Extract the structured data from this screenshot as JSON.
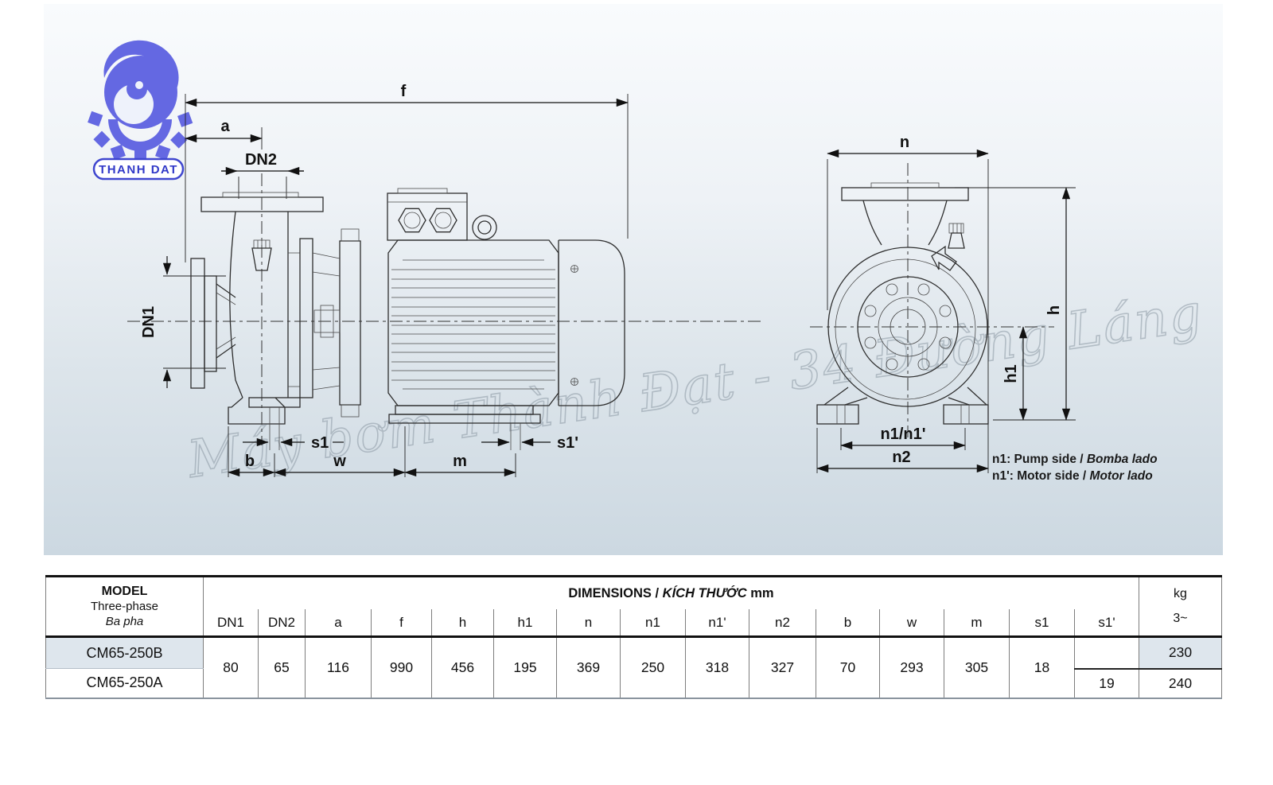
{
  "logo": {
    "brand": "THANH DAT"
  },
  "watermark": {
    "text": "Máy bơm Thành Đạt - 34 Đường Láng"
  },
  "drawing": {
    "dim_labels": {
      "f": "f",
      "a": "a",
      "dn2": "DN2",
      "dn1": "DN1",
      "s1": "s1",
      "b": "b",
      "w": "w",
      "m": "m",
      "s1_prime": "s1'",
      "n": "n",
      "h": "h",
      "h1": "h1",
      "n1_n1p": "n1/n1'",
      "n2": "n2"
    },
    "notes": [
      {
        "label": "n1: Pump side / ",
        "italic": "Bomba lado"
      },
      {
        "label": "n1': Motor side / ",
        "italic": "Motor lado"
      }
    ]
  },
  "table": {
    "model_header": {
      "line1": "MODEL",
      "line2": "Three-phase",
      "line3": "Ba pha"
    },
    "dim_header": {
      "en": "DIMENSIONS",
      "sep": " / ",
      "vi": "KÍCH THƯỚC",
      "unit": " mm"
    },
    "kg_header": {
      "line1": "kg",
      "line2": "3~"
    },
    "columns": [
      "DN1",
      "DN2",
      "a",
      "f",
      "h",
      "h1",
      "n",
      "n1",
      "n1'",
      "n2",
      "b",
      "w",
      "m",
      "s1",
      "s1'"
    ],
    "rows": [
      {
        "model": "CM65-250B",
        "kg": "230"
      },
      {
        "model": "CM65-250A",
        "kg": "240"
      }
    ],
    "values": {
      "dn1": "80",
      "dn2": "65",
      "a": "116",
      "f": "990",
      "h": "456",
      "h1": "195",
      "n": "369",
      "n1": "250",
      "n1p": "318",
      "n2": "327",
      "b": "70",
      "w": "293",
      "m": "305",
      "s1": "18",
      "s1p": "19"
    }
  }
}
